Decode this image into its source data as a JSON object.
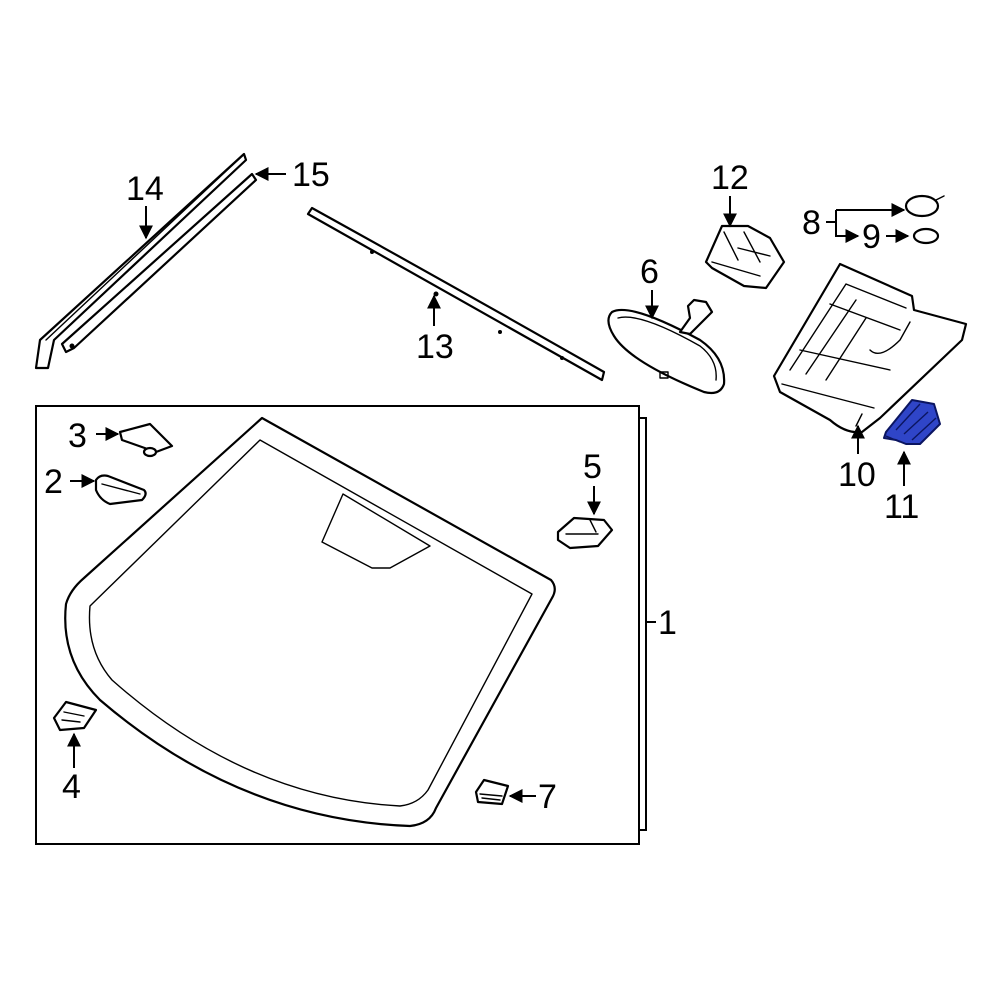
{
  "diagram": {
    "callouts": [
      {
        "id": "1",
        "label": "1"
      },
      {
        "id": "2",
        "label": "2"
      },
      {
        "id": "3",
        "label": "3"
      },
      {
        "id": "4",
        "label": "4"
      },
      {
        "id": "5",
        "label": "5"
      },
      {
        "id": "6",
        "label": "6"
      },
      {
        "id": "7",
        "label": "7"
      },
      {
        "id": "8",
        "label": "8"
      },
      {
        "id": "9",
        "label": "9"
      },
      {
        "id": "10",
        "label": "10"
      },
      {
        "id": "11",
        "label": "11"
      },
      {
        "id": "12",
        "label": "12"
      },
      {
        "id": "13",
        "label": "13"
      },
      {
        "id": "14",
        "label": "14"
      },
      {
        "id": "15",
        "label": "15"
      }
    ],
    "highlighted_part": "11",
    "colors": {
      "highlight_fill": "#2f45c8",
      "highlight_stroke": "#0b1560",
      "line": "#000000",
      "background": "#ffffff"
    }
  }
}
